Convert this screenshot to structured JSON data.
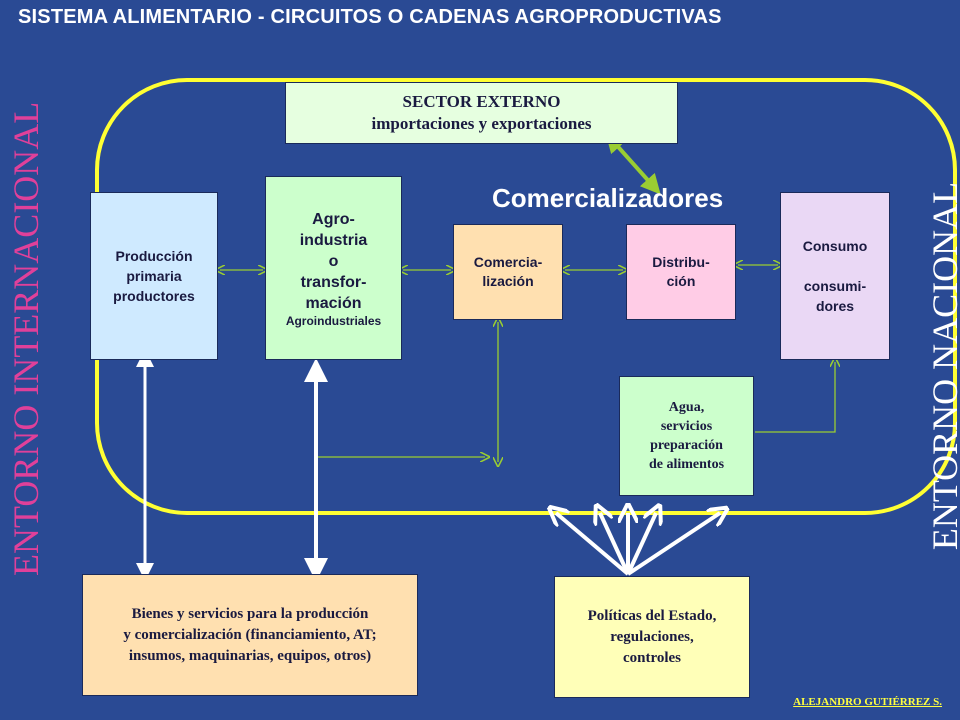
{
  "title": "SISTEMA ALIMENTARIO - CIRCUITOS  O CADENAS AGROPRODUCTIVAS",
  "left_label": "ENTORNO INTERNACIONAL",
  "right_label": "ENTORNO NACIONAL",
  "comercializadores_label": "Comercializadores",
  "sector_externo": {
    "line1": "SECTOR EXTERNO",
    "line2": "importaciones y exportaciones"
  },
  "produccion": {
    "line1": "Producción",
    "line2": "primaria",
    "line3": "productores"
  },
  "agroindustria": {
    "line1": "Agro-",
    "line2": "industria",
    "line3": "o",
    "line4": "transfor-",
    "line5": "mación",
    "line6": "Agroindustriales"
  },
  "comercializacion": {
    "line1": "Comercia-",
    "line2": "lización"
  },
  "distribucion": {
    "line1": "Distribu-",
    "line2": "ción"
  },
  "consumo": {
    "line1": "Consumo",
    "line2": "consumi-",
    "line3": "dores"
  },
  "agua": {
    "line1": "Agua,",
    "line2": "servicios",
    "line3": "preparación",
    "line4": "de alimentos"
  },
  "bienes": {
    "line1": "Bienes y servicios para la producción",
    "line2": "y comercialización (financiamiento, AT;",
    "line3": "insumos, maquinarias, equipos, otros)"
  },
  "politicas": {
    "line1": "Políticas del Estado,",
    "line2": "regulaciones,",
    "line3": "controles"
  },
  "credit": "ALEJANDRO GUTIÉRREZ S.",
  "colors": {
    "background": "#2a4a94",
    "ring": "#ffff33",
    "sector_externo": "#e6ffe0",
    "produccion": "#cfeaff",
    "agroindustria": "#ccffcc",
    "comercializacion": "#ffe0b0",
    "distribucion": "#ffcce6",
    "consumo": "#ead8f5",
    "agua": "#ccffcc",
    "bienes": "#ffe0b0",
    "politicas": "#ffffb8",
    "accent_pink": "#e0409a",
    "connector_green": "#9acd32"
  }
}
